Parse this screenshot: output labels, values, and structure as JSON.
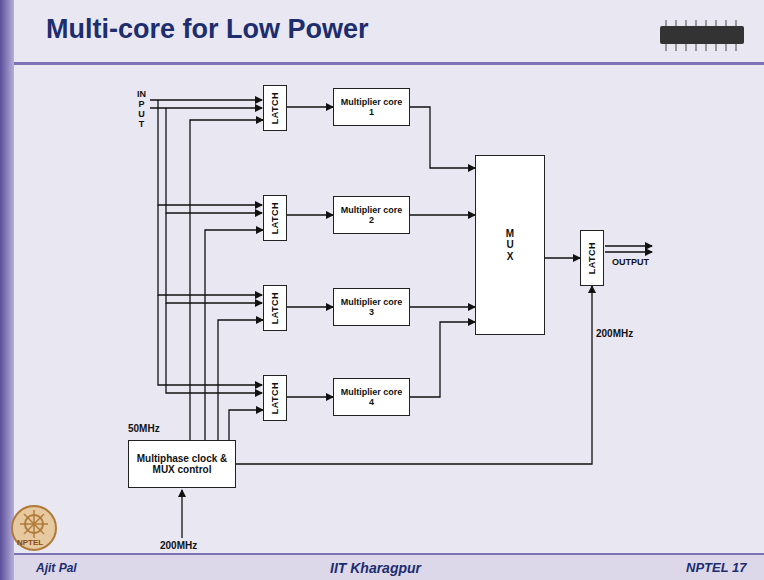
{
  "diagram": {
    "title": "Multi-core for Low Power",
    "nodes": [
      {
        "text": [
          "LATCH"
        ]
      },
      {
        "text": [
          "Multiplier core 1"
        ]
      },
      {
        "text": [
          "LATCH"
        ]
      },
      {
        "text": [
          "Multiplier core 2"
        ]
      },
      {
        "text": [
          "LATCH"
        ]
      },
      {
        "text": [
          "Multiplier core 3"
        ]
      },
      {
        "text": [
          "LATCH"
        ]
      },
      {
        "text": [
          "Multiplier core 4"
        ]
      },
      {
        "text": [
          "MUX"
        ]
      },
      {
        "text": [
          "LATCH"
        ]
      },
      {
        "text": [
          "Multiphase clock & MUX control"
        ]
      }
    ],
    "edges": [
      {
        "from": 0,
        "to": 1,
        "arrow": "to"
      },
      {
        "from": 2,
        "to": 3,
        "arrow": "to"
      },
      {
        "from": 4,
        "to": 5,
        "arrow": "to"
      },
      {
        "from": 6,
        "to": 7,
        "arrow": "to"
      },
      {
        "from": 1,
        "to": 8,
        "arrow": "to"
      },
      {
        "from": 3,
        "to": 8,
        "arrow": "to"
      },
      {
        "from": 5,
        "to": 8,
        "arrow": "to"
      },
      {
        "from": 7,
        "to": 8,
        "arrow": "to"
      },
      {
        "from": 8,
        "to": 9,
        "arrow": "to"
      },
      {
        "from": 10,
        "to": 0,
        "arrow": "to"
      },
      {
        "from": 10,
        "to": 2,
        "arrow": "to"
      },
      {
        "from": 10,
        "to": 4,
        "arrow": "to"
      },
      {
        "from": 10,
        "to": 6,
        "arrow": "to"
      },
      {
        "from": 10,
        "to": 9,
        "arrow": "to"
      }
    ],
    "labels": [
      "INPUT",
      "OUTPUT",
      "200MHz",
      "50MHz",
      "200MHz",
      "Ajit Pal",
      "IIT Kharagpur",
      "NPTEL 17",
      "NPTEL"
    ]
  }
}
